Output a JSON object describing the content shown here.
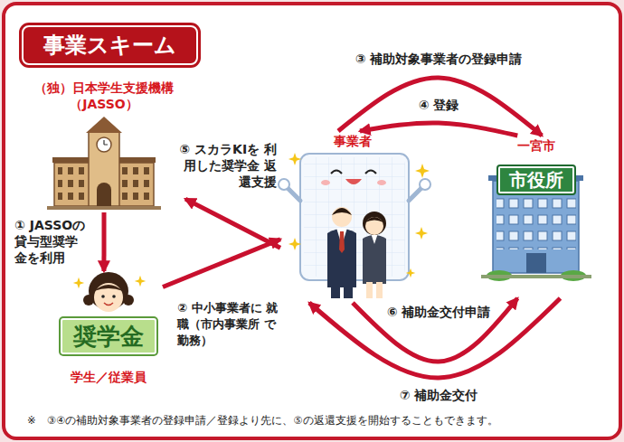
{
  "diagram": {
    "title": "事業スキーム",
    "nodes": [
      {
        "text": [
          "（独）日本学生支援機構 （JASSO）"
        ]
      },
      {
        "text": [
          "事業者"
        ]
      },
      {
        "text": [
          "一宮市",
          "市役所"
        ]
      },
      {
        "text": [
          "奨学金",
          "学生／従業員"
        ]
      }
    ],
    "edges": [
      {
        "from": 0,
        "to": 3,
        "label": "① JASSOの 貸与型奨学 金を利用",
        "arrow": "to"
      },
      {
        "from": 3,
        "to": 1,
        "label": "② 中小事業者に 就職（市内事業所 で勤務）",
        "arrow": "to"
      },
      {
        "from": 1,
        "to": 2,
        "label": "③ 補助対象事業者の登録申請",
        "arrow": "to"
      },
      {
        "from": 2,
        "to": 1,
        "label": "④ 登録",
        "arrow": "to"
      },
      {
        "from": 1,
        "to": 0,
        "label": "⑤ スカラKIを 利用した奨学金 返還支援",
        "arrow": "to"
      },
      {
        "from": 1,
        "to": 2,
        "label": "⑥ 補助金交付申請",
        "arrow": "to"
      },
      {
        "from": 2,
        "to": 1,
        "label": "⑦ 補助金交付",
        "arrow": "to"
      }
    ],
    "labels": [
      "※　③④の補助対象事業者の登録申請／登録より先に、⑤の返還支援を開始することもできます。"
    ]
  }
}
